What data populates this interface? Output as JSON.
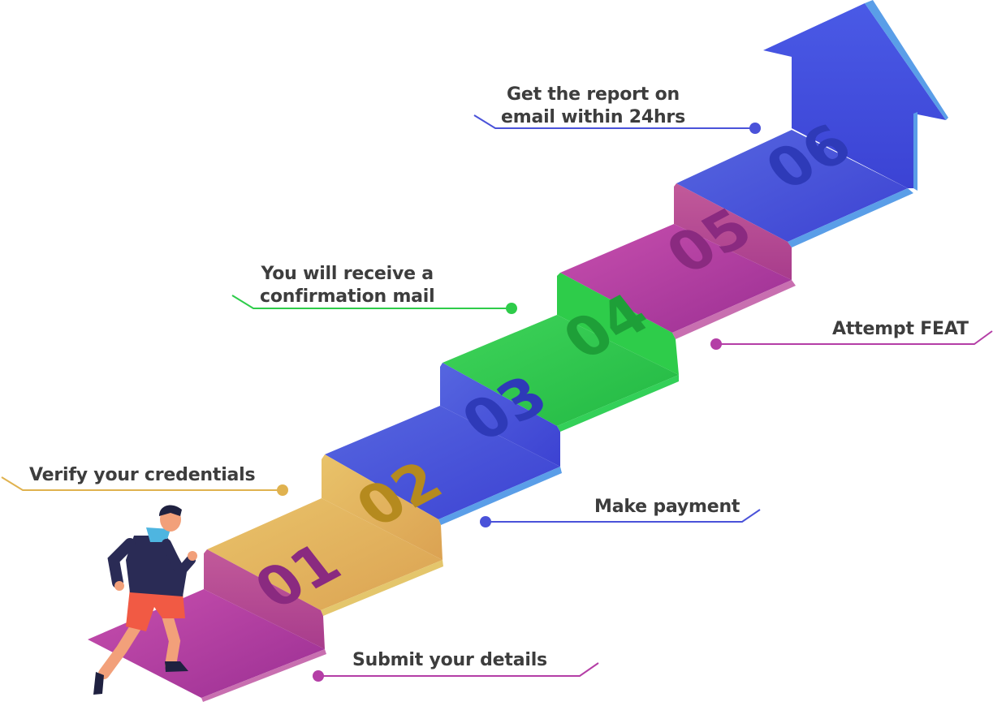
{
  "steps": [
    {
      "number": "01",
      "label": "Submit your details",
      "color": "#b43ea6"
    },
    {
      "number": "02",
      "label": "Verify your credentials",
      "color": "#e0b24f"
    },
    {
      "number": "03",
      "label": "Make payment",
      "color": "#4a52d9"
    },
    {
      "number": "04",
      "label": "You will receive a\nconfirmation mail",
      "label_lines": [
        "You will receive a",
        "confirmation mail"
      ],
      "color": "#2ecc4a"
    },
    {
      "number": "05",
      "label": "Attempt FEAT",
      "color": "#b43ea6"
    },
    {
      "number": "06",
      "label": "Get the report on\nemail within 24hrs",
      "label_lines": [
        "Get the report on",
        "email within 24hrs"
      ],
      "color": "#4a52d9"
    }
  ],
  "icons": {
    "person": "running-man-icon",
    "arrow": "up-arrow-icon"
  }
}
